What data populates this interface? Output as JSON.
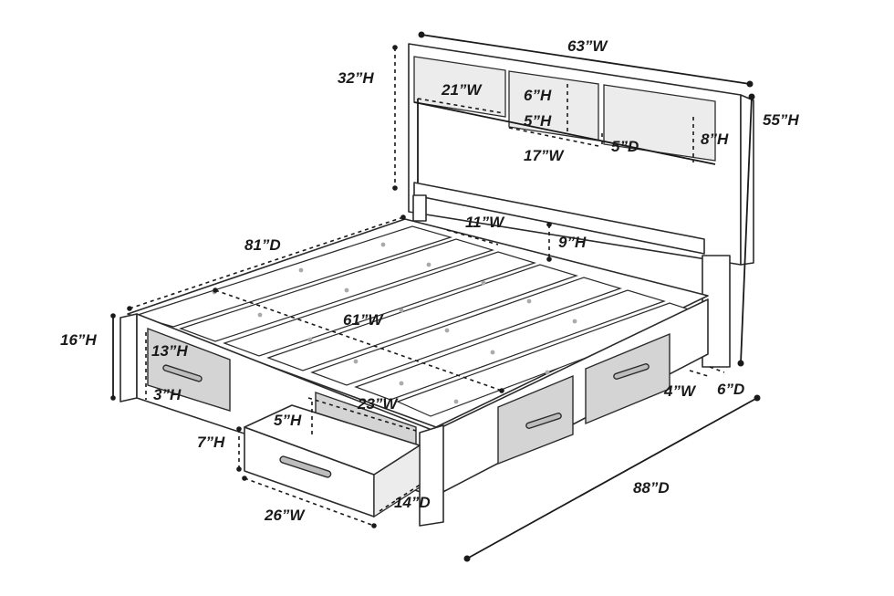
{
  "dimensions": {
    "headboard_width": "63”W",
    "headboard_height_upper": "32”H",
    "total_height": "55”H",
    "shelf_left_width": "21”W",
    "shelf_divider_height": "6”H",
    "shelf_inner_height": "5”H",
    "shelf_center_width": "17”W",
    "shelf_depth": "5”D",
    "shelf_right_height": "8”H",
    "rail_depth": "81”D",
    "rail_gap_width": "11”W",
    "rail_gap_height": "9”H",
    "platform_width": "61”W",
    "side_height": "16”H",
    "drawer_front_height": "13”H",
    "drawer_bottom_clearance": "3”H",
    "drawer_opening_width": "23”W",
    "drawer_opening_height": "5”H",
    "drawer_height": "7”H",
    "drawer_width": "26”W",
    "drawer_depth": "14”D",
    "leg_width": "4”W",
    "leg_depth": "6”D",
    "total_depth": "88”D"
  }
}
